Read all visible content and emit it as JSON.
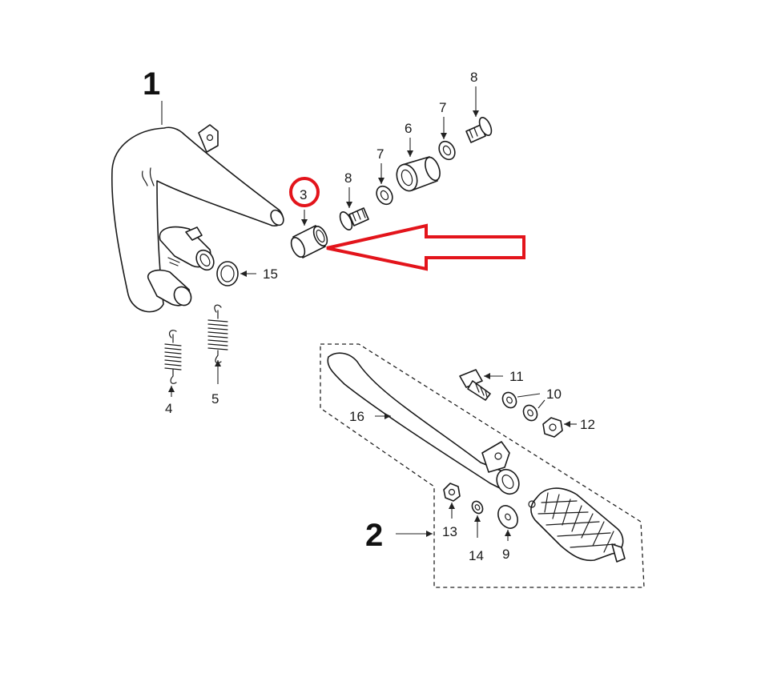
{
  "assemblies": [
    {
      "id": "1",
      "label": "1"
    },
    {
      "id": "2",
      "label": "2"
    }
  ],
  "callouts": {
    "p3": "3",
    "p4": "4",
    "p5": "5",
    "p6": "6",
    "p7a": "7",
    "p7b": "7",
    "p8a": "8",
    "p8b": "8",
    "p9": "9",
    "p10": "10",
    "p11": "11",
    "p12": "12",
    "p13": "13",
    "p14": "14",
    "p15": "15",
    "p16": "16"
  },
  "highlight": {
    "part": "3",
    "circle_color": "#e3141b",
    "arrow_color": "#e3141b"
  }
}
